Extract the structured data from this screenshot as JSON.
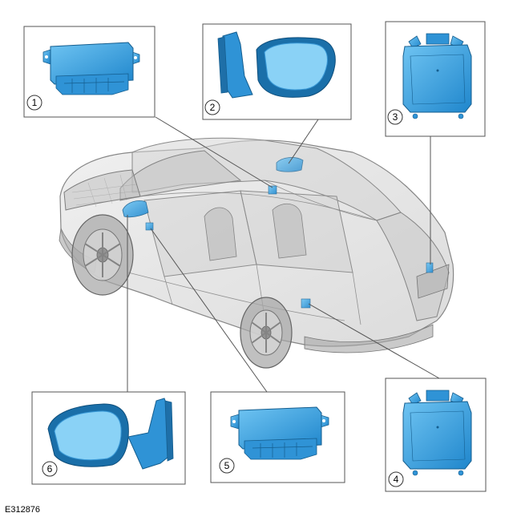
{
  "figure_id": "E312876",
  "callouts": [
    "1",
    "2",
    "3",
    "4",
    "5",
    "6"
  ],
  "colors": {
    "part_blue": "#3aa7e6",
    "part_blue_dark": "#1b78b8",
    "vehicle_gray": "#9a9a9a",
    "frame": "#555555"
  }
}
